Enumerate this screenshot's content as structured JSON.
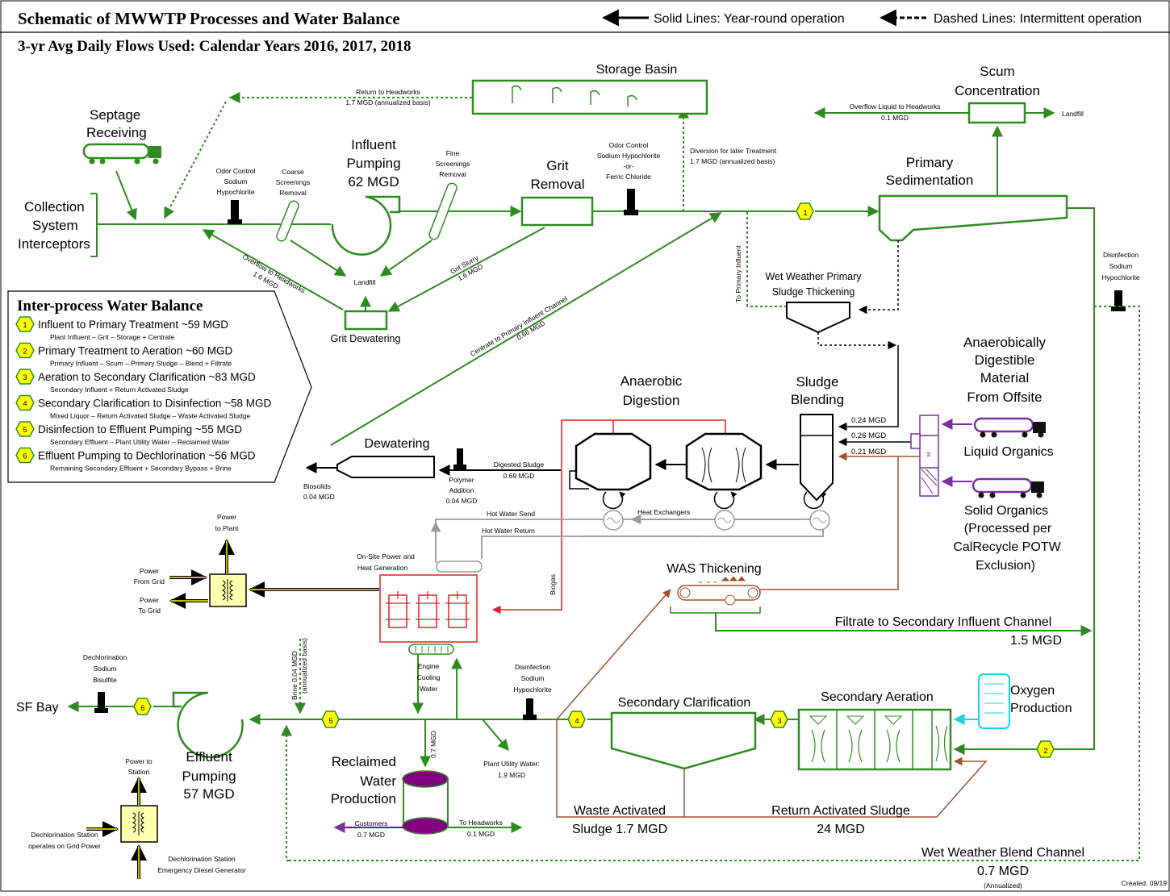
{
  "header": {
    "title": "Schematic of MWWTP Processes and Water Balance",
    "legend_solid": "Solid Lines: Year-round operation",
    "legend_dashed": "Dashed Lines: Intermittent operation",
    "subtitle": "3-yr Avg Daily Flows Used: Calendar Years 2016, 2017, 2018"
  },
  "labels": {
    "collection": [
      "Collection",
      "System",
      "Interceptors"
    ],
    "septage": [
      "Septage",
      "Receiving"
    ],
    "odor1": [
      "Odor Control",
      "Sodium",
      "Hypochlorite"
    ],
    "coarse": [
      "Coarse",
      "Screenings",
      "Removal"
    ],
    "influent_pumping": [
      "Influent",
      "Pumping",
      "62 MGD"
    ],
    "fine": [
      "Fine",
      "Screenings",
      "Removal"
    ],
    "grit_removal": [
      "Grit",
      "Removal"
    ],
    "odor2": [
      "Odor Control",
      "Sodium Hypochlorite",
      "-or-",
      "Ferric Chloride"
    ],
    "diversion": [
      "Diversion for later Treatment",
      "1.7 MGD (annualized basis)"
    ],
    "storage_basin": "Storage Basin",
    "return_headworks": [
      "Return to Headworks",
      "1.7 MGD (annualized basis)"
    ],
    "scum": [
      "Scum",
      "Concentration"
    ],
    "overflow_liquid": [
      "Overflow Liquid to Headworks",
      "0.1 MGD"
    ],
    "landfill": "Landfill",
    "primary_sed": [
      "Primary",
      "Sedimentation"
    ],
    "overflow_headworks": [
      "Overflow to Headworks",
      "1.6 MGD"
    ],
    "grit_slurry": [
      "Grit Slurry",
      "1.6 MGD"
    ],
    "grit_dewatering": "Grit Dewatering",
    "to_primary_influent": "To Primary Influent",
    "wet_weather_thickening": [
      "Wet Weather Primary",
      "Sludge Thickening"
    ],
    "centrate": [
      "Centrate to Primary Influent Channel",
      "0.66 MGD"
    ],
    "disinfection_right": [
      "Disinfection",
      "Sodium",
      "Hypochlorite"
    ],
    "anaerobically": [
      "Anaerobically",
      "Digestible",
      "Material",
      "From Offsite"
    ],
    "anaerobic_digestion": [
      "Anaerobic",
      "Digestion"
    ],
    "sludge_blending": [
      "Sludge",
      "Blending"
    ],
    "flow_024": "0.24 MGD",
    "flow_026": "0.26 MGD",
    "flow_021": "0.21 MGD",
    "liquid_organics": "Liquid Organics",
    "solid_organics": [
      "Solid Organics",
      "(Processed per",
      "CalRecycle POTW",
      "Exclusion)"
    ],
    "dewatering": "Dewatering",
    "biosolids": [
      "Biosolids",
      "0.04 MGD"
    ],
    "polymer": [
      "Polymer",
      "Addition",
      "0.04 MGD"
    ],
    "digested_sludge": [
      "Digested Sludge",
      "0.69 MGD"
    ],
    "hot_water_send": "Hot Water Send",
    "hot_water_return": "Hot Water Return",
    "heat_exchangers": "Heat Exchangers",
    "power_to_plant": [
      "Power",
      "to Plant"
    ],
    "power_from_grid": [
      "Power",
      "From Grid"
    ],
    "power_to_grid": [
      "Power",
      "To Grid"
    ],
    "onsite_power": [
      "On-Site Power and",
      "Heat Generation"
    ],
    "biogas": "Biogas",
    "was_thickening": "WAS Thickening",
    "filtrate": "Filtrate to Secondary Influent Channel",
    "filtrate_flow": "1.5 MGD",
    "dechlor_chem": [
      "Dechlorination",
      "Sodium",
      "Bisulfite"
    ],
    "sf_bay": "SF Bay",
    "effluent_pumping": [
      "Effluent",
      "Pumping",
      "57 MGD"
    ],
    "brine": [
      "Brine 0.04 MGD",
      "(annualized basis)"
    ],
    "engine_cooling": [
      "Engine",
      "Cooling",
      "Water"
    ],
    "disinfection_mid": [
      "Disinfection",
      "Sodium",
      "Hypochlorite"
    ],
    "secondary_clarification": "Secondary Clarification",
    "secondary_aeration": "Secondary Aeration",
    "oxygen": [
      "Oxygen",
      "Production"
    ],
    "reclaimed": [
      "Reclaimed",
      "Water",
      "Production"
    ],
    "flow_07_vert": "0.7 MGD",
    "plant_utility": [
      "Plant Utility Water:",
      "1.9 MGD"
    ],
    "customers": [
      "Customers",
      "0.7 MGD"
    ],
    "to_headworks": [
      "To Headworks",
      "0.1 MGD"
    ],
    "was": [
      "Waste Activated",
      "Sludge 1.7 MGD"
    ],
    "ras": [
      "Return Activated Sludge",
      "24 MGD"
    ],
    "wet_weather_blend": "Wet Weather Blend Channel",
    "wet_weather_flow": [
      "0.7 MGD",
      "(Annualized)"
    ],
    "power_to_station": [
      "Power to",
      "Station"
    ],
    "dechlor_grid": [
      "Dechlorination Station",
      "operates on Grid Power"
    ],
    "dechlor_diesel": [
      "Dechlorination Station",
      "Emergency Diesel Generator"
    ],
    "created": "Created: 09/19"
  },
  "markers": [
    "1",
    "2",
    "3",
    "4",
    "5",
    "6"
  ],
  "water_balance": {
    "title": "Inter-process Water Balance",
    "items": [
      {
        "num": "1",
        "text": "Influent to Primary Treatment ~59 MGD",
        "sub": "Plant Influent – Grit – Storage + Centrate"
      },
      {
        "num": "2",
        "text": "Primary Treatment to Aeration ~60 MGD",
        "sub": "Primary Influent – Scum – Primary Sludge – Blend + Filtrate"
      },
      {
        "num": "3",
        "text": "Aeration to Secondary Clarification ~83 MGD",
        "sub": "Secondary Influent + Return Activated Sludge"
      },
      {
        "num": "4",
        "text": "Secondary Clarification to Disinfection ~58 MGD",
        "sub": "Mixed Liquor – Return Activated Sludge – Waste Activated Sludge"
      },
      {
        "num": "5",
        "text": "Disinfection to Effluent Pumping ~55 MGD",
        "sub": "Secondary Effluent – Plant Utility Water – Reclaimed Water"
      },
      {
        "num": "6",
        "text": "Effluent Pumping to Dechlorination ~56 MGD",
        "sub": "Remaining Secondary Effluent + Secondary Bypass + Brine"
      }
    ]
  },
  "colors": {
    "process_green": "#2e8b1f",
    "sludge_brown": "#a0522d",
    "biogas_red": "#e02020",
    "organics_purple": "#7a2fa0",
    "oxygen_cyan": "#19d2e6",
    "marker_yellow": "#ffff00",
    "hot_water_gray": "#999999"
  }
}
